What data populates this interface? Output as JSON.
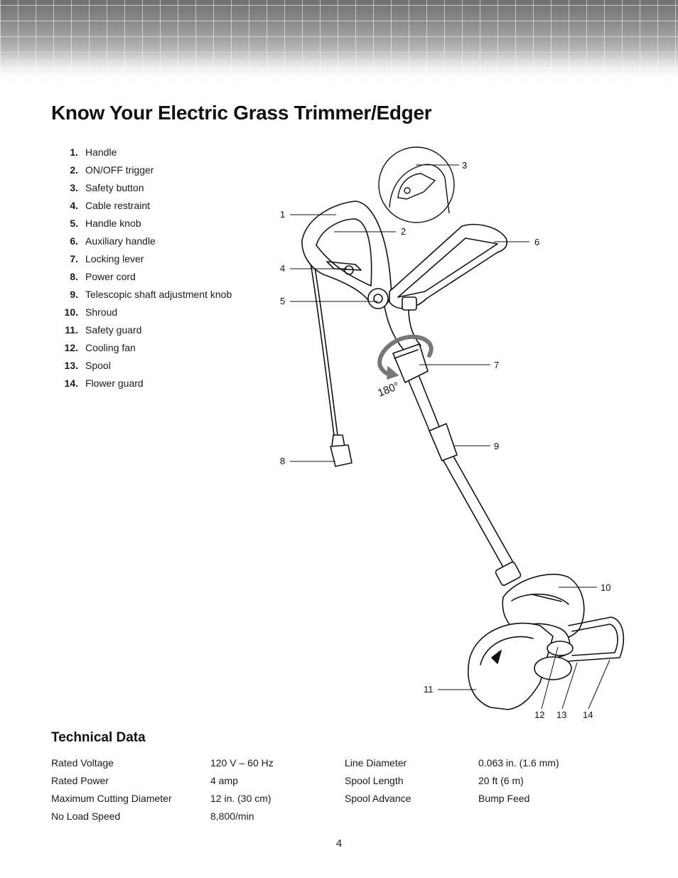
{
  "page": {
    "title": "Know Your Electric Grass Trimmer/Edger",
    "page_number": "4"
  },
  "parts": [
    {
      "num": "1.",
      "label": "Handle"
    },
    {
      "num": "2.",
      "label": "ON/OFF trigger"
    },
    {
      "num": "3.",
      "label": "Safety button"
    },
    {
      "num": "4.",
      "label": "Cable restraint"
    },
    {
      "num": "5.",
      "label": "Handle knob"
    },
    {
      "num": "6.",
      "label": "Auxiliary handle"
    },
    {
      "num": "7.",
      "label": "Locking lever"
    },
    {
      "num": "8.",
      "label": "Power cord"
    },
    {
      "num": "9.",
      "label": "Telescopic shaft adjustment knob"
    },
    {
      "num": "10.",
      "label": "Shroud"
    },
    {
      "num": "11.",
      "label": "Safety guard"
    },
    {
      "num": "12.",
      "label": "Cooling fan"
    },
    {
      "num": "13.",
      "label": "Spool"
    },
    {
      "num": "14.",
      "label": "Flower guard"
    }
  ],
  "diagram": {
    "callouts": [
      "1",
      "2",
      "3",
      "4",
      "5",
      "6",
      "7",
      "8",
      "9",
      "10",
      "11",
      "12",
      "13",
      "14"
    ],
    "rotation_label": "180°"
  },
  "technical_data": {
    "title": "Technical Data",
    "rows": [
      [
        "Rated Voltage",
        "120 V – 60 Hz",
        "Line Diameter",
        "0.063 in. (1.6 mm)"
      ],
      [
        "Rated Power",
        "4 amp",
        "Spool Length",
        "20 ft (6 m)"
      ],
      [
        "Maximum Cutting Diameter",
        "12 in. (30 cm)",
        "Spool Advance",
        "Bump Feed"
      ],
      [
        "No Load Speed",
        "8,800/min",
        "",
        ""
      ]
    ]
  }
}
